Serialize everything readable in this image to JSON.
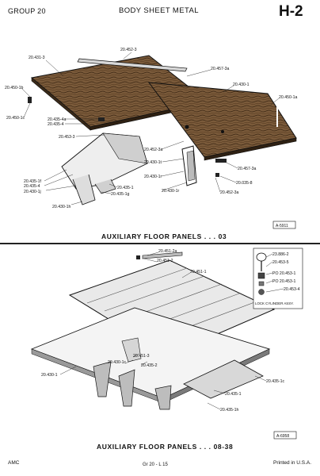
{
  "header": {
    "group": "GROUP 20",
    "title": "BODY SHEET METAL",
    "page_code": "H-2"
  },
  "top_diagram": {
    "caption": "AUXILIARY FLOOR PANELS . . . 03",
    "ref": "A-5911",
    "labels": [
      "20.431-3",
      "20.452-3",
      "20.457-3a",
      "20.430-1",
      "20.450-1a",
      "20.450-1b",
      "20.450-1c",
      "20.435-4a",
      "20.435-4",
      "20.453-3",
      "20.452-3a",
      "20.430-1t",
      "20.430-1r",
      "20.457-3a",
      "20.035-8",
      "20.452-3a",
      "20.435-1f",
      "20.435-4",
      "20.430-1j",
      "20.435-1",
      "20.435-1g",
      "20.430-1h",
      "20.430-1r"
    ]
  },
  "bottom_diagram": {
    "caption": "AUXILIARY FLOOR PANELS . . . 08-38",
    "ref": "A-6958",
    "labels": [
      "20.451-2a",
      "20.451-2",
      "20.451-1",
      "23.886-2",
      "20.453-5",
      "PO 20.453-1",
      "PO 20.453-1",
      "20.453-4",
      "LOCK CYLINDER ASSY.",
      "20.430-1",
      "20.430-1c",
      "20.451-3",
      "20.435-2",
      "20.435-1c",
      "20.435-1",
      "20.435-1h"
    ]
  },
  "footer": {
    "left": "AMC",
    "center": "Gr 20 - L 15",
    "right": "Printed in U.S.A."
  }
}
